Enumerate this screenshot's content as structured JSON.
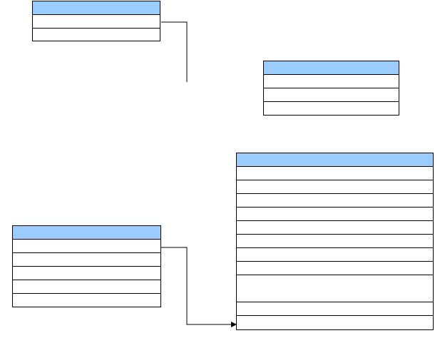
{
  "diagram": {
    "background": "#ffffff",
    "header_color": "#99ccff",
    "line_color": "#000000",
    "entities": [
      {
        "id": "entity-a",
        "title": "",
        "rows": [
          "",
          ""
        ]
      },
      {
        "id": "entity-b",
        "title": "",
        "rows": [
          "",
          "",
          ""
        ]
      },
      {
        "id": "entity-c",
        "title": "",
        "rows": [
          "",
          "",
          "",
          "",
          ""
        ]
      },
      {
        "id": "entity-d",
        "title": "",
        "rows": [
          "",
          "",
          "",
          "",
          "",
          "",
          "",
          "",
          "",
          "",
          "",
          ""
        ]
      }
    ],
    "connectors": [
      {
        "from": "entity-a",
        "to": "",
        "arrowhead": false
      },
      {
        "from": "entity-c",
        "to": "entity-d",
        "arrowhead": true
      }
    ]
  }
}
